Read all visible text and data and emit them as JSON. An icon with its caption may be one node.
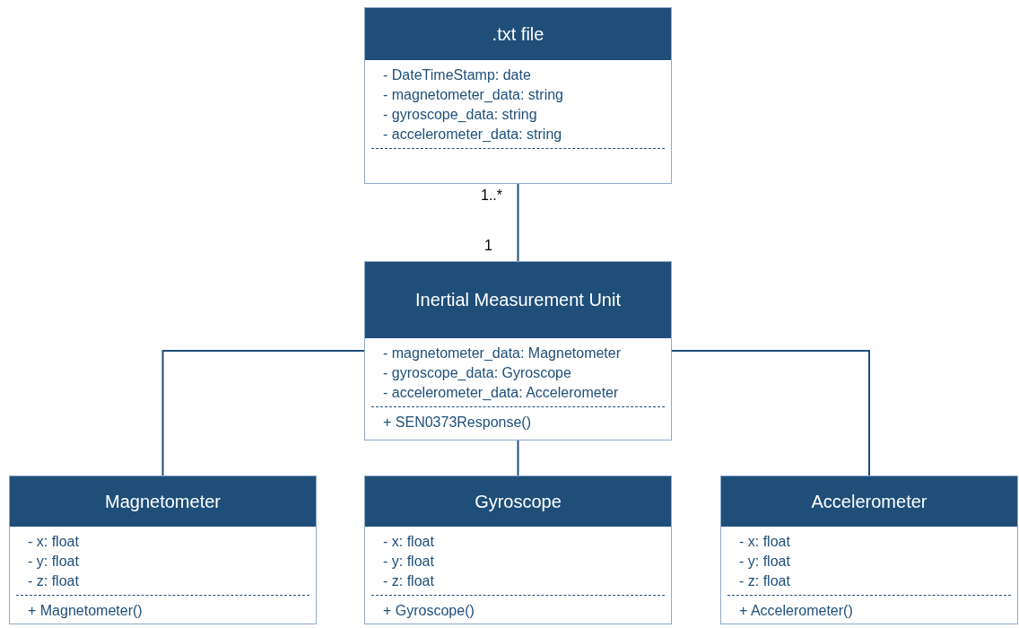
{
  "diagram": {
    "nodes": [
      {
        "text": [
          ".txt file"
        ]
      },
      {
        "text": [
          "- DateTimeStamp: date",
          "- magnetometer_data: string",
          "- gyroscope_data: string",
          "- accelerometer_data: string"
        ],
        "in": 0
      },
      {
        "text": [
          "Inertial Measurement Unit"
        ]
      },
      {
        "text": [
          "- magnetometer_data: Magnetometer",
          "- gyroscope_data: Gyroscope",
          "- accelerometer_data: Accelerometer"
        ],
        "in": 2
      },
      {
        "text": [
          "+ SEN0373Response()"
        ],
        "in": 2
      },
      {
        "text": [
          "Magnetometer"
        ]
      },
      {
        "text": [
          "- x: float",
          "- y: float",
          "- z: float"
        ],
        "in": 5
      },
      {
        "text": [
          "+ Magnetometer()"
        ],
        "in": 5
      },
      {
        "text": [
          "Gyroscope"
        ]
      },
      {
        "text": [
          "- x: float",
          "- y: float",
          "- z: float"
        ],
        "in": 8
      },
      {
        "text": [
          "+ Gyroscope()"
        ],
        "in": 8
      },
      {
        "text": [
          "Accelerometer"
        ]
      },
      {
        "text": [
          "- x: float",
          "- y: float",
          "- z: float"
        ],
        "in": 11
      },
      {
        "text": [
          "+ Accelerometer()"
        ],
        "in": 11
      }
    ],
    "edges": [
      {
        "from": 0,
        "to": 2,
        "arrow": "none"
      },
      {
        "from": 2,
        "to": 5,
        "arrow": "none"
      },
      {
        "from": 2,
        "to": 8,
        "arrow": "none"
      },
      {
        "from": 2,
        "to": 11,
        "arrow": "none"
      }
    ],
    "labels": [
      "1..*",
      "1"
    ]
  }
}
